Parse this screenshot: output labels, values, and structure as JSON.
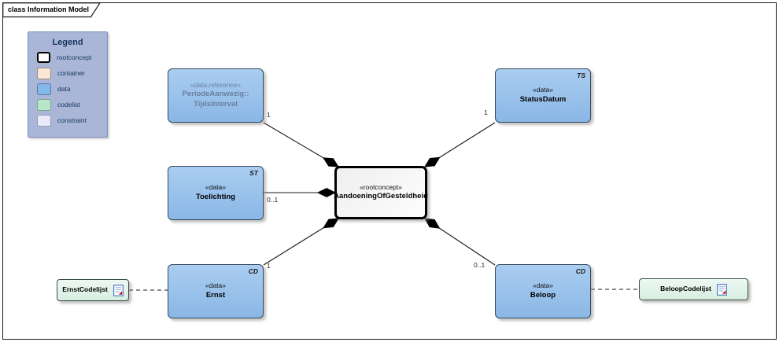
{
  "frame": {
    "tab_label": "class Information Model"
  },
  "legend": {
    "title": "Legend",
    "items": [
      {
        "label": "rootconcept",
        "color": "#ffffff"
      },
      {
        "label": "container",
        "color": "#fbe7d5"
      },
      {
        "label": "data",
        "color": "#85b8ea"
      },
      {
        "label": "codelist",
        "color": "#b9e6ca"
      },
      {
        "label": "constraint",
        "color": "#e9e9f9"
      }
    ]
  },
  "nodes": {
    "central": {
      "stereotype": "«rootconcept»",
      "name": "AandoeningOfGesteldheid"
    },
    "periode": {
      "stereotype": "«data,reference»",
      "name_line1": "PeriodeAanwezig::",
      "name_line2": "TijdsInterval"
    },
    "statusdatum": {
      "stereotype": "«data»",
      "name": "StatusDatum",
      "type_tag": "TS"
    },
    "toelichting": {
      "stereotype": "«data»",
      "name": "Toelichting",
      "type_tag": "ST"
    },
    "ernst": {
      "stereotype": "«data»",
      "name": "Ernst",
      "type_tag": "CD"
    },
    "beloop": {
      "stereotype": "«data»",
      "name": "Beloop",
      "type_tag": "CD"
    },
    "ernst_codelijst": {
      "name": "ErnstCodelijst"
    },
    "beloop_codelijst": {
      "name": "BeloopCodelijst"
    }
  },
  "multiplicities": {
    "periode": "1",
    "statusdatum": "1",
    "toelichting": "0..1",
    "ernst": "1",
    "beloop": "0..1"
  },
  "colors": {
    "data_fill": "#8ab7e6",
    "codelist_fill": "#d7eee1",
    "legend_bg": "#a9b6d8",
    "legend_text": "#17365d",
    "reference_text": "#6b7f9e",
    "connector": "#1a1a1a",
    "doc_icon_blue": "#4472c4",
    "doc_icon_red": "#c00000"
  }
}
